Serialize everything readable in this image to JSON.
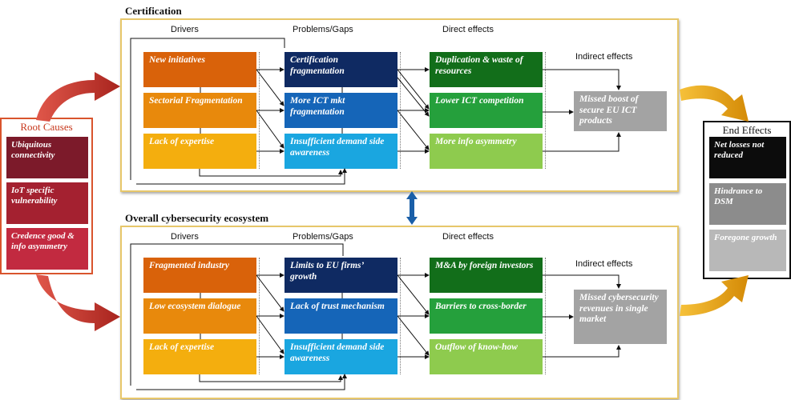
{
  "sections": [
    {
      "title": "Certification",
      "columns": {
        "drivers": "Drivers",
        "problems": "Problems/Gaps",
        "direct": "Direct effects",
        "indirect": "Indirect effects"
      },
      "drivers": [
        "New initiatives",
        "Sectorial Fragmentation",
        "Lack of expertise"
      ],
      "problems": [
        "Certification fragmentation",
        "More ICT mkt fragmentation",
        "Insufficient demand side awareness"
      ],
      "direct": [
        "Duplication & waste of resources",
        "Lower ICT competition",
        "More info asymmetry"
      ],
      "indirect": "Missed boost of secure EU ICT products"
    },
    {
      "title": "Overall cybersecurity ecosystem",
      "columns": {
        "drivers": "Drivers",
        "problems": "Problems/Gaps",
        "direct": "Direct effects",
        "indirect": "Indirect effects"
      },
      "drivers": [
        "Fragmented industry",
        "Low ecosystem dialogue",
        "Lack of expertise"
      ],
      "problems": [
        "Limits to EU firms’ growth",
        "Lack of trust mechanism",
        "Insufficient demand side awareness"
      ],
      "direct": [
        "M&A by foreign investors",
        "Barriers to cross-border",
        "Outflow of know-how"
      ],
      "indirect": "Missed cybersecurity revenues in single market"
    }
  ],
  "root_causes": {
    "title": "Root Causes",
    "items": [
      "Ubiquitous connectivity",
      "IoT specific vulnerability",
      "Credence good & info asymmetry"
    ]
  },
  "end_effects": {
    "title": "End Effects",
    "items": [
      "Net losses not reduced",
      "Hindrance to DSM",
      "Foregone growth"
    ]
  },
  "colors": {
    "panel_border": "#e7c76a",
    "driver_1": "#d9620a",
    "driver_2": "#e8890c",
    "driver_3": "#f4ae0e",
    "problem_1": "#0f2a62",
    "problem_2": "#1565b8",
    "problem_3": "#1aa6e0",
    "direct_1": "#126e1a",
    "direct_2": "#25a03c",
    "direct_3": "#8ecb4e",
    "indirect": "#a3a3a3",
    "root_1": "#7c1a2a",
    "root_2": "#a42130",
    "root_3": "#c22a40",
    "root_border": "#d9542d",
    "end_1": "#0c0c0c",
    "end_2": "#8c8c8c",
    "end_3": "#b8b8b8",
    "red_arrow": "#c0332a",
    "gold_arrow": "#e2a10d",
    "link_arrow": "#1a5fa8"
  }
}
